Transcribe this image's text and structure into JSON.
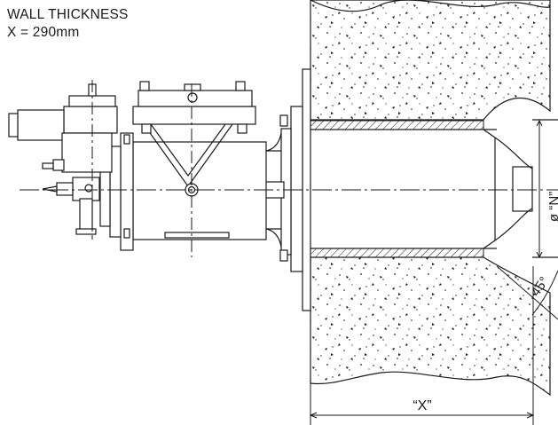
{
  "title": {
    "line1": "WALL  THICKNESS",
    "line2": "X = 290mm"
  },
  "dimensions": {
    "wall_width_label": "“X”",
    "diameter_label": "ø “N”",
    "angle_label": "45°"
  },
  "colors": {
    "line": "#1a1a1a",
    "concrete": "#ffffff"
  }
}
